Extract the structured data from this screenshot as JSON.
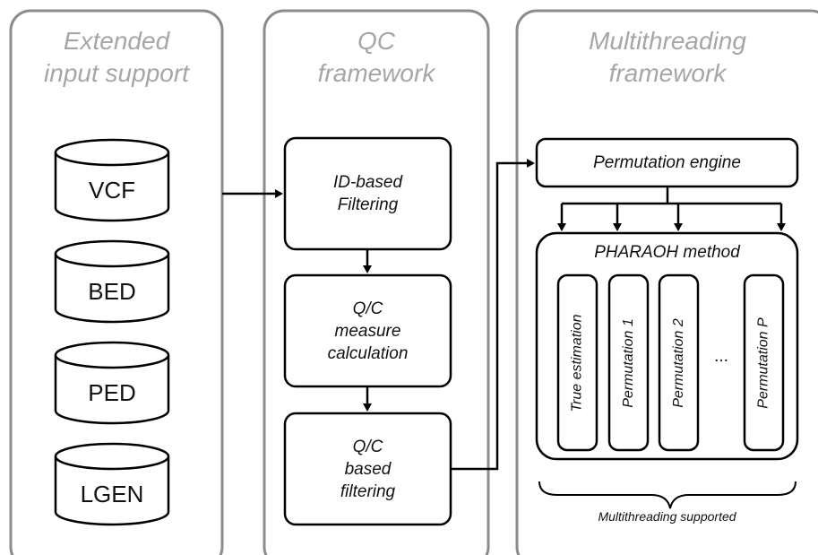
{
  "panels": {
    "input": {
      "title": "Extended\ninput support"
    },
    "qc": {
      "title": "QC\nframework"
    },
    "multithreading": {
      "title": "Multithreading\nframework"
    }
  },
  "databases": [
    "VCF",
    "BED",
    "PED",
    "LGEN"
  ],
  "qc_steps": [
    "ID-based\nFiltering",
    "Q/C\nmeasure\ncalculation",
    "Q/C\nbased\nfiltering"
  ],
  "permutation_engine": "Permutation engine",
  "method": {
    "title": "PHARAOH method",
    "columns": [
      "True estimation",
      "Permutation 1",
      "Permutation 2",
      "Permutation P"
    ],
    "ellipsis": "..."
  },
  "caption": "Multithreading supported",
  "colors": {
    "panel_stroke": "#8c8c8c",
    "panel_title": "#a6a6a6",
    "box_stroke": "#000000"
  }
}
